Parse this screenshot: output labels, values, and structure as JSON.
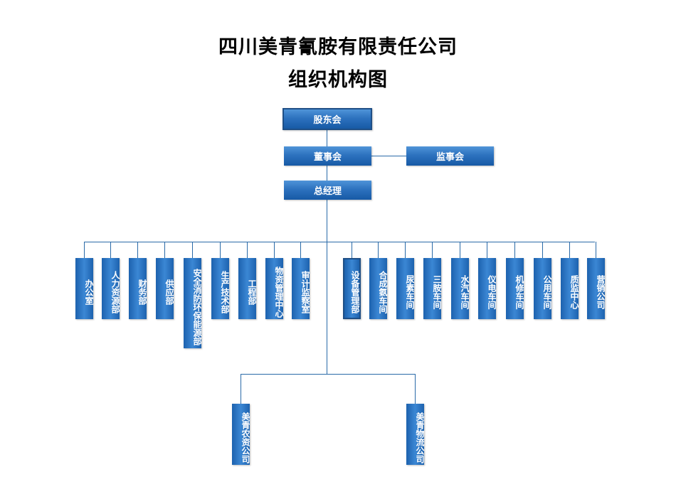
{
  "title": [
    "四川美青氰胺有限责任公司",
    "组织机构图"
  ],
  "top": {
    "shareholders": "股东会",
    "board": "董事会",
    "supervisors": "监事会",
    "gm": "总经理"
  },
  "departments": [
    "办公室",
    "人力资源部",
    "财务部",
    "供应部",
    "安全消防环保能源部",
    "生产技术部",
    "工程部",
    "物资管理中心",
    "审计监察室",
    "设备管理部",
    "合成氨车间",
    "尿素车间",
    "三胺车间",
    "水汽车间",
    "仪电车间",
    "机修车间",
    "公用车间",
    "质监中心",
    "营销公司"
  ],
  "subsidiaries": [
    "美青农资公司",
    "美青物流公司"
  ]
}
